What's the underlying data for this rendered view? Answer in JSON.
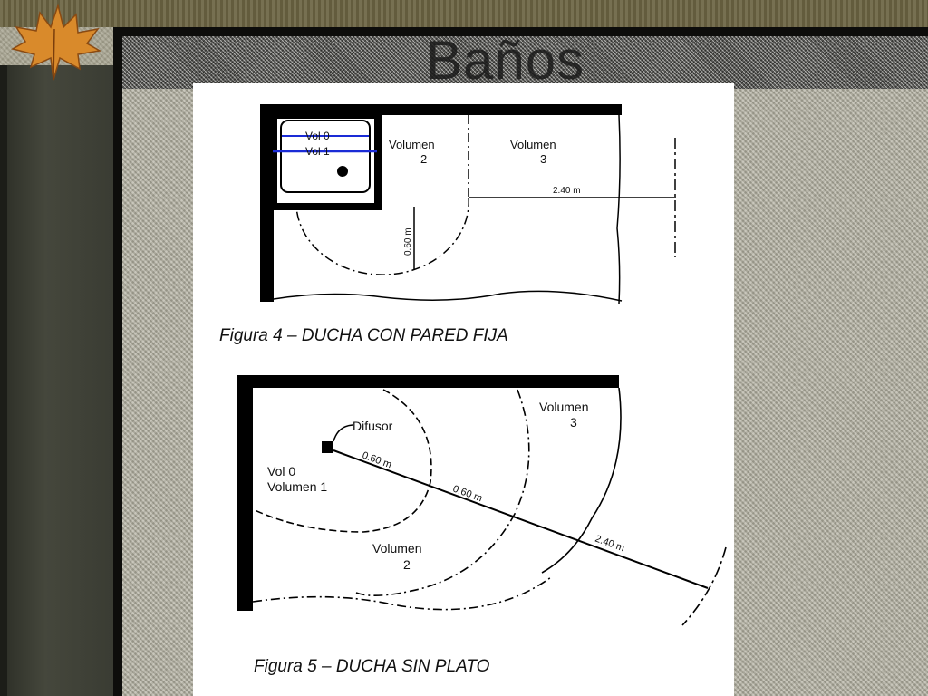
{
  "slide": {
    "title": "Baños"
  },
  "figure4": {
    "caption": "Figura 4 – DUCHA CON PARED FIJA",
    "labels": {
      "vol0": "Vol 0",
      "vol1": "Vol 1",
      "volumen2_line1": "Volumen",
      "volumen2_line2": "2",
      "volumen3_line1": "Volumen",
      "volumen3_line2": "3",
      "dim_240": "2.40 m",
      "dim_060": "0.60 m"
    }
  },
  "figure5": {
    "caption": "Figura 5 – DUCHA SIN PLATO",
    "labels": {
      "difusor": "Difusor",
      "vol0": "Vol 0",
      "volumen1": "Volumen 1",
      "volumen2_line1": "Volumen",
      "volumen2_line2": "2",
      "volumen3_line1": "Volumen",
      "volumen3_line2": "3",
      "dim_060a": "0.60 m",
      "dim_060b": "0.60 m",
      "dim_240": "2.40 m"
    }
  },
  "colors": {
    "accent_line": "#1a2bd6",
    "frame": "#0d0d0b"
  }
}
